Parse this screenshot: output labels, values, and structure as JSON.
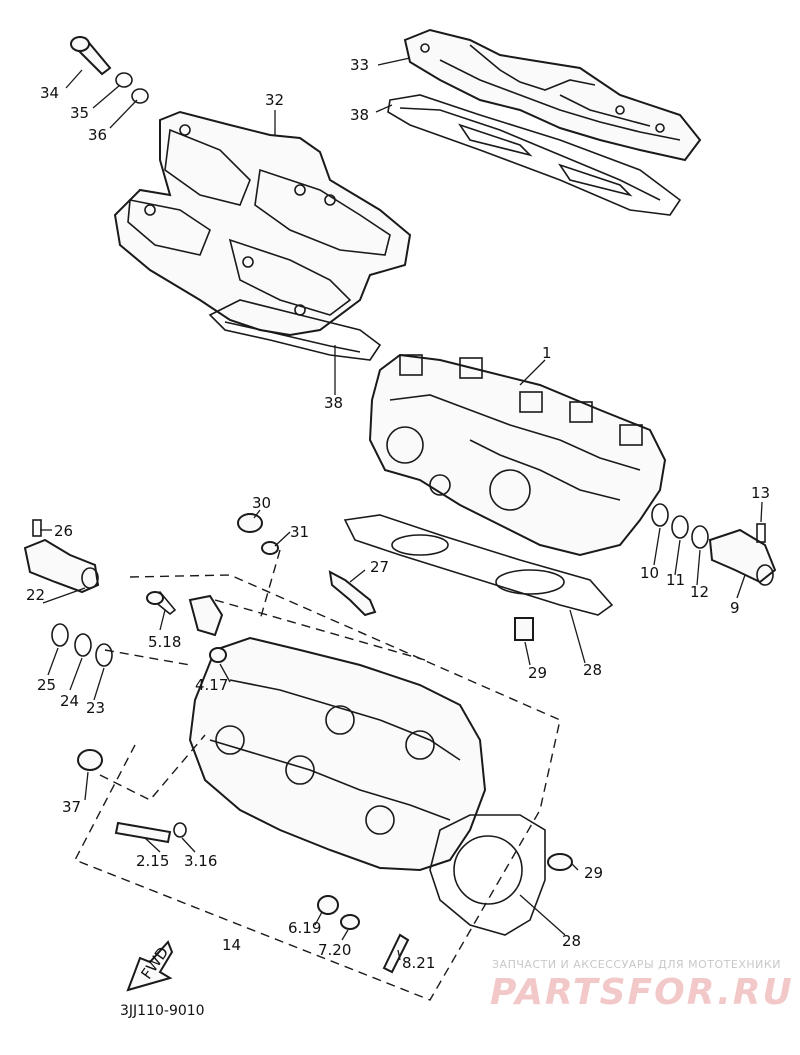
{
  "parts": [
    {
      "id": "p1",
      "label": "1"
    },
    {
      "id": "p2",
      "label": "2.15"
    },
    {
      "id": "p3",
      "label": "3.16"
    },
    {
      "id": "p4",
      "label": "4.17"
    },
    {
      "id": "p5",
      "label": "5.18"
    },
    {
      "id": "p6",
      "label": "6.19"
    },
    {
      "id": "p7",
      "label": "7.20"
    },
    {
      "id": "p8",
      "label": "8.21"
    },
    {
      "id": "p9",
      "label": "9"
    },
    {
      "id": "p10",
      "label": "10"
    },
    {
      "id": "p11",
      "label": "11"
    },
    {
      "id": "p12",
      "label": "12"
    },
    {
      "id": "p13",
      "label": "13"
    },
    {
      "id": "p14",
      "label": "14"
    },
    {
      "id": "p22",
      "label": "22"
    },
    {
      "id": "p23",
      "label": "23"
    },
    {
      "id": "p24",
      "label": "24"
    },
    {
      "id": "p25",
      "label": "25"
    },
    {
      "id": "p26",
      "label": "26"
    },
    {
      "id": "p27",
      "label": "27"
    },
    {
      "id": "p28a",
      "label": "28"
    },
    {
      "id": "p28b",
      "label": "28"
    },
    {
      "id": "p29a",
      "label": "29"
    },
    {
      "id": "p29b",
      "label": "29"
    },
    {
      "id": "p30",
      "label": "30"
    },
    {
      "id": "p31",
      "label": "31"
    },
    {
      "id": "p32",
      "label": "32"
    },
    {
      "id": "p33",
      "label": "33"
    },
    {
      "id": "p34",
      "label": "34"
    },
    {
      "id": "p35",
      "label": "35"
    },
    {
      "id": "p36",
      "label": "36"
    },
    {
      "id": "p37",
      "label": "37"
    },
    {
      "id": "p38a",
      "label": "38"
    },
    {
      "id": "p38b",
      "label": "38"
    }
  ],
  "fwd_label": "FWD",
  "diagram_code": "3JJ110-9010",
  "watermark": {
    "tagline": "ЗАПЧАСТИ И АКСЕССУАРЫ ДЛЯ МОТОТЕХНИКИ",
    "logo": "PARTSFOR.RU"
  }
}
